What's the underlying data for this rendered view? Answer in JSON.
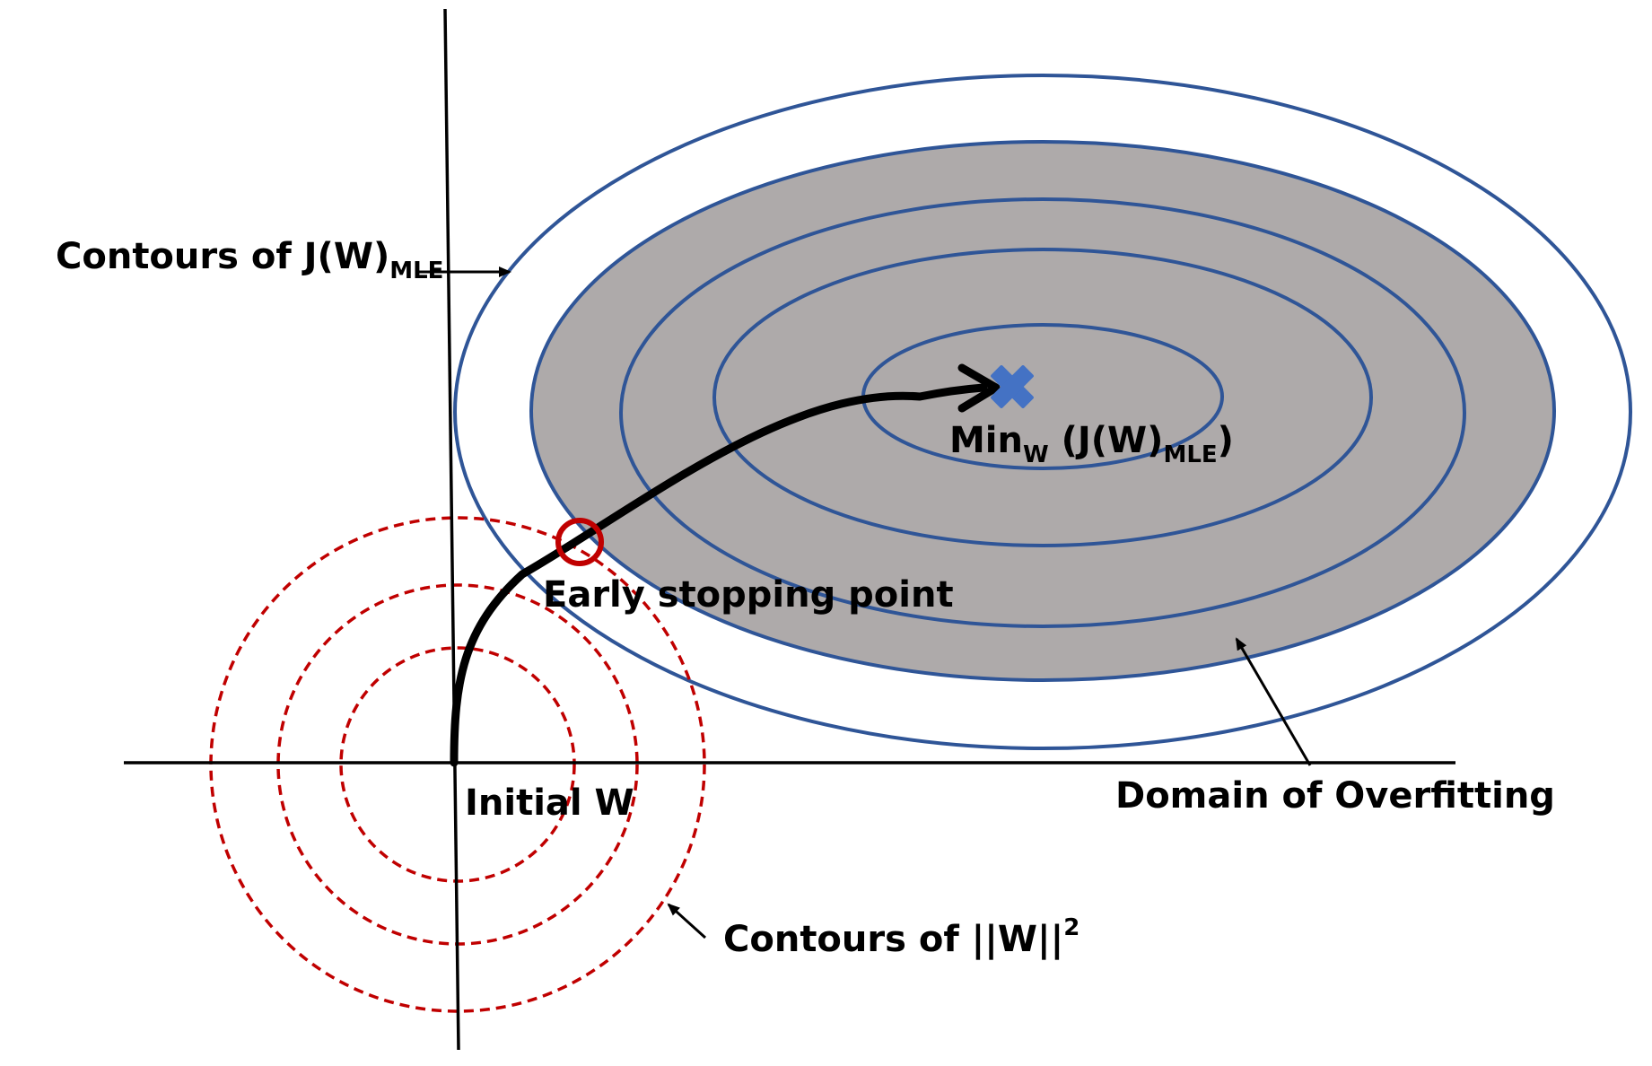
{
  "labels": {
    "contours_j": {
      "main": "Contours of J(W)",
      "sub": "MLE"
    },
    "min": {
      "prefix": "Min",
      "sub1": "W",
      "mid": " (J(W)",
      "sub2": "MLE",
      "suffix": ")"
    },
    "early_stopping": "Early stopping point",
    "initial_w": "Initial W",
    "domain_overfitting": "Domain of Overfitting",
    "contours_w": {
      "main": "Contours of ||W||",
      "sup": "2"
    }
  },
  "colors": {
    "background": "#ffffff",
    "axis": "#000000",
    "ellipse_stroke": "#2f5597",
    "overfit_fill": "#aeaaaa",
    "dashed_circle": "#c00000",
    "path": "#000000",
    "early_stop_marker": "#c00000",
    "min_marker": "#4472c4"
  },
  "icons": {
    "min_marker": "x-cross-icon",
    "early_stop_marker": "circle-ring-icon"
  }
}
